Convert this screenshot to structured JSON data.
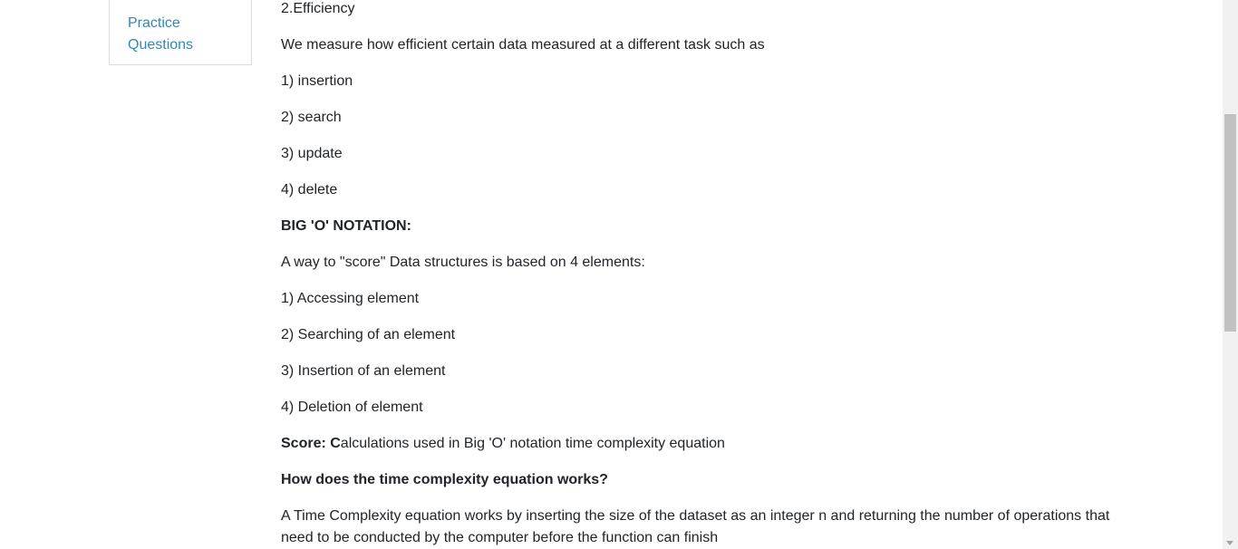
{
  "sidebar": {
    "link_label": "Practice Questions"
  },
  "content": {
    "heading_efficiency": "2.Efficiency",
    "intro": "We measure how efficient certain data measured at a different task such as",
    "tasks": [
      "1) insertion",
      "2) search",
      "3) update",
      "4) delete"
    ],
    "big_o_heading": "BIG 'O' NOTATION:",
    "score_intro": "A way to \"score\" Data structures is based on 4 elements:",
    "elements": [
      "1)  Accessing element",
      "2) Searching of an element",
      "3) Insertion of an element",
      "4) Deletion of element"
    ],
    "score_label": "Score: C",
    "score_text": "alculations used in Big 'O' notation  time complexity equation",
    "question_heading": "How does the time complexity equation works?",
    "answer": "A Time Complexity equation works by inserting the size of the dataset as an integer n and returning the number of operations that need to be conducted by the computer before the function can finish"
  },
  "colors": {
    "link": "#2b8bb5",
    "text": "#212529",
    "border": "#dcdcdc"
  }
}
